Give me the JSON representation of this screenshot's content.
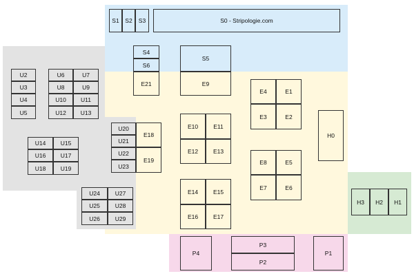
{
  "desks": {
    "s1": "S1",
    "s2": "S2",
    "s3": "S3",
    "s0": "S0 - Stripologie.com",
    "s4": "S4",
    "s6": "S6",
    "s5": "S5",
    "e21": "E21",
    "e9": "E9",
    "e4": "E4",
    "e1": "E1",
    "e3": "E3",
    "e2": "E2",
    "e10": "E10",
    "e11": "E11",
    "e12": "E12",
    "e13": "E13",
    "e8": "E8",
    "e5": "E5",
    "e7": "E7",
    "e6": "E6",
    "e14": "E14",
    "e15": "E15",
    "e16": "E16",
    "e17": "E17",
    "e18": "E18",
    "e19": "E19",
    "h0": "H0",
    "h3": "H3",
    "h2": "H2",
    "h1": "H1",
    "p4": "P4",
    "p3": "P3",
    "p2": "P2",
    "p1": "P1",
    "u2": "U2",
    "u3": "U3",
    "u4": "U4",
    "u5": "U5",
    "u6": "U6",
    "u7": "U7",
    "u8": "U8",
    "u9": "U9",
    "u10": "U10",
    "u11": "U11",
    "u12": "U12",
    "u13": "U13",
    "u14": "U14",
    "u15": "U15",
    "u16": "U16",
    "u17": "U17",
    "u18": "U18",
    "u19": "U19",
    "u20": "U20",
    "u21": "U21",
    "u22": "U22",
    "u23": "U23",
    "u24": "U24",
    "u27": "U27",
    "u25": "U25",
    "u28": "U28",
    "u26": "U26",
    "u29": "U29"
  },
  "zone_colors": {
    "s_zone": "#d8ecfa",
    "e_zone": "#fff8dd",
    "u_zone": "#e3e3e3",
    "p_zone": "#f7d8ea",
    "h_zone": "#d6ead3"
  }
}
